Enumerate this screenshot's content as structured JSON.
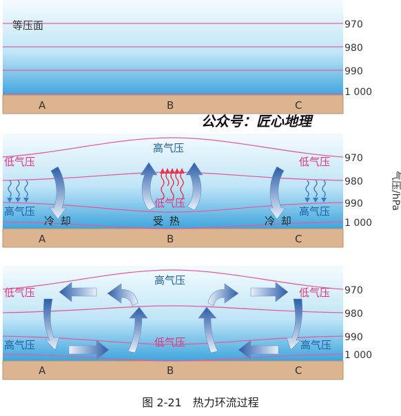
{
  "panel1": {
    "label": "等压面",
    "pressures": [
      "970",
      "980",
      "990",
      "1 000"
    ],
    "ground": [
      "A",
      "B",
      "C"
    ]
  },
  "watermark": "公众号：匠心地理",
  "panel2": {
    "pressures": [
      "970",
      "980",
      "990",
      "1 000"
    ],
    "ground": [
      "A",
      "B",
      "C"
    ],
    "upper_left": "低气压",
    "upper_mid": "高气压",
    "upper_right": "低气压",
    "lower_left": "高气压",
    "lower_mid": "低气压",
    "lower_right": "高气压",
    "cool_left": "冷 却",
    "heat_mid": "受 热",
    "cool_right": "冷 却",
    "unit": "气压/hPa"
  },
  "panel3": {
    "pressures": [
      "970",
      "980",
      "990",
      "1 000"
    ],
    "ground": [
      "A",
      "B",
      "C"
    ],
    "upper_left": "低气压",
    "upper_mid": "高气压",
    "upper_right": "低气压",
    "lower_left": "高气压",
    "lower_mid": "低气压",
    "lower_right": "高气压"
  },
  "caption": "图 2-21　热力环流过程",
  "colors": {
    "isobar": "#e35d9d",
    "ground": "#dcb590",
    "sky_top": "#f2fbff",
    "sky_bottom": "#2f9ed9",
    "arrow": "#3f73b8"
  }
}
